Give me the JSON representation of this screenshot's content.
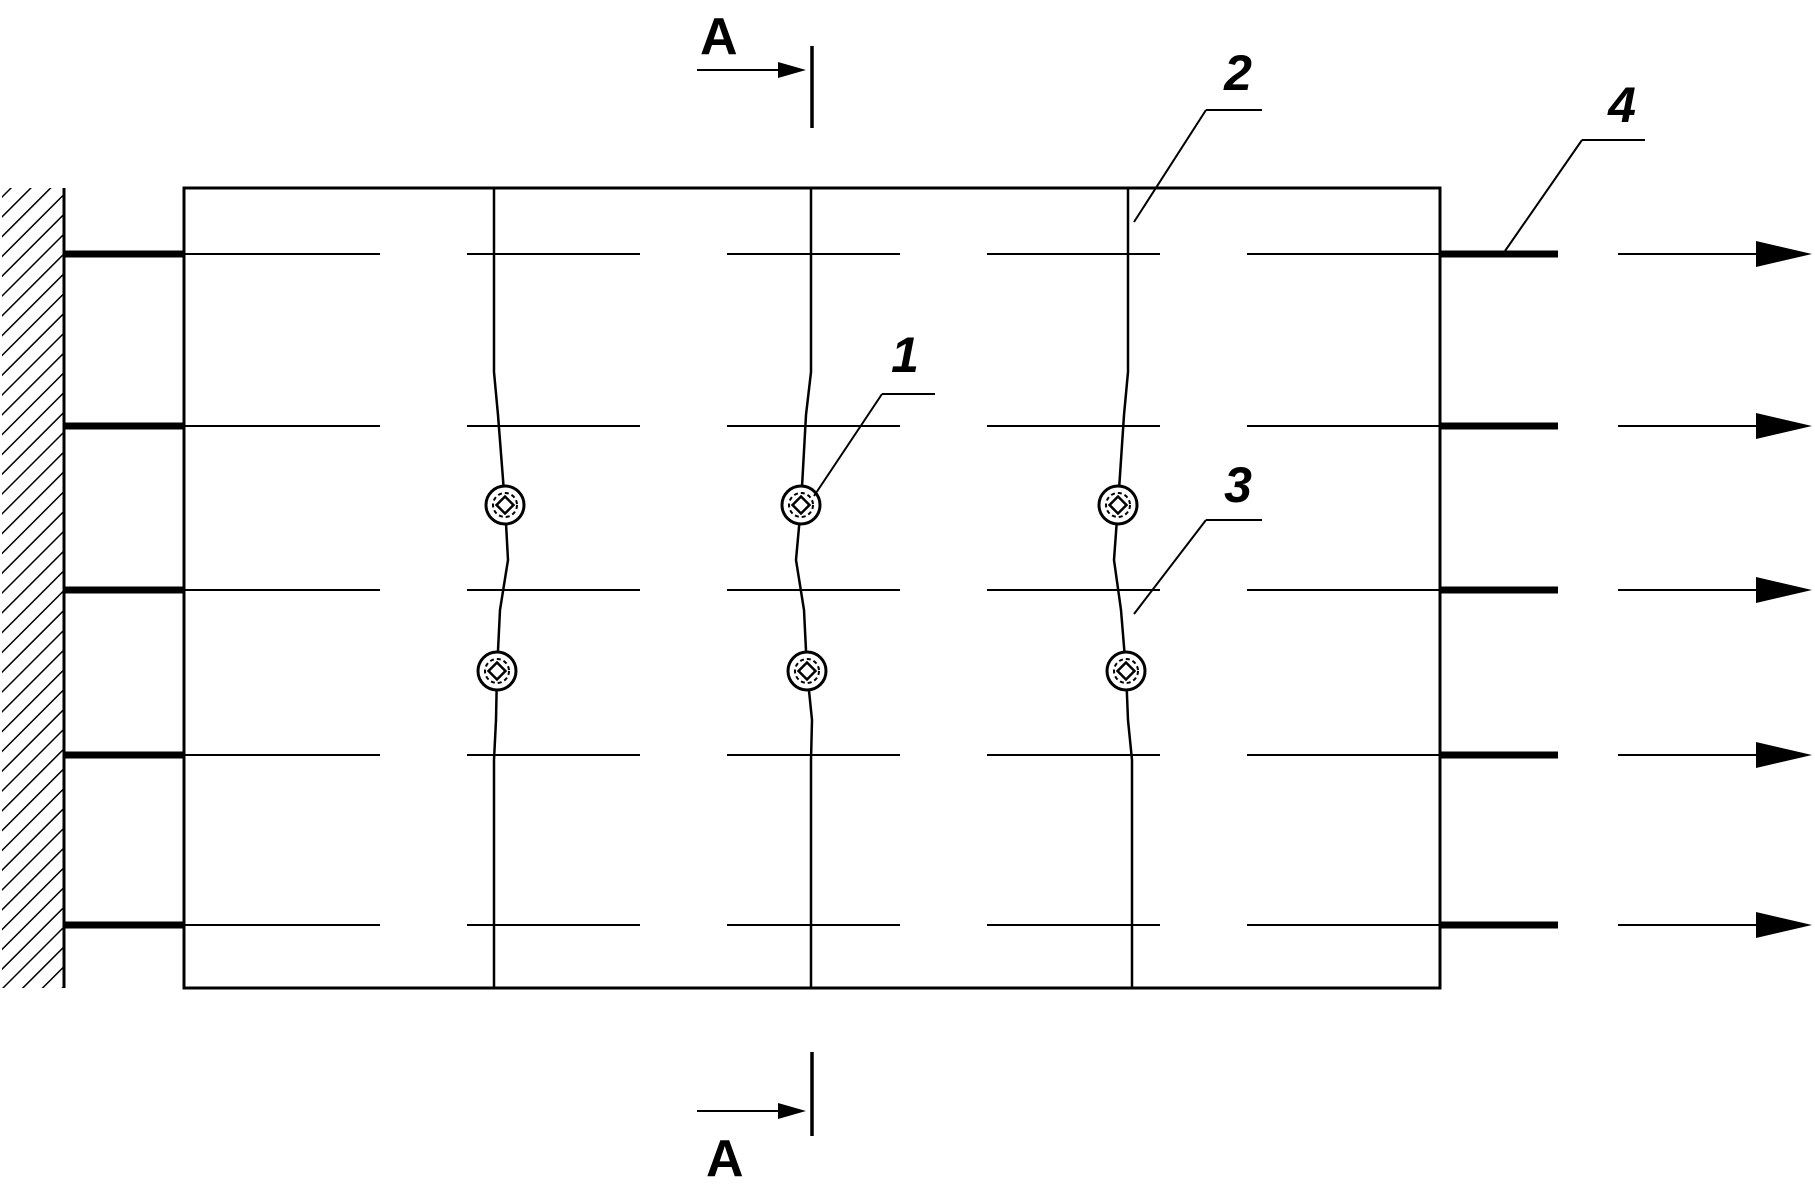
{
  "labels": {
    "section_top": "A",
    "section_bottom": "A",
    "callout_1": "1",
    "callout_2": "2",
    "callout_3": "3",
    "callout_4": "4"
  },
  "structure": {
    "rebar_rows": 5,
    "crack_columns": 3,
    "holes_per_crack": 2,
    "tension_arrows": 5
  },
  "colors": {
    "line": "#000000",
    "background": "#ffffff"
  }
}
